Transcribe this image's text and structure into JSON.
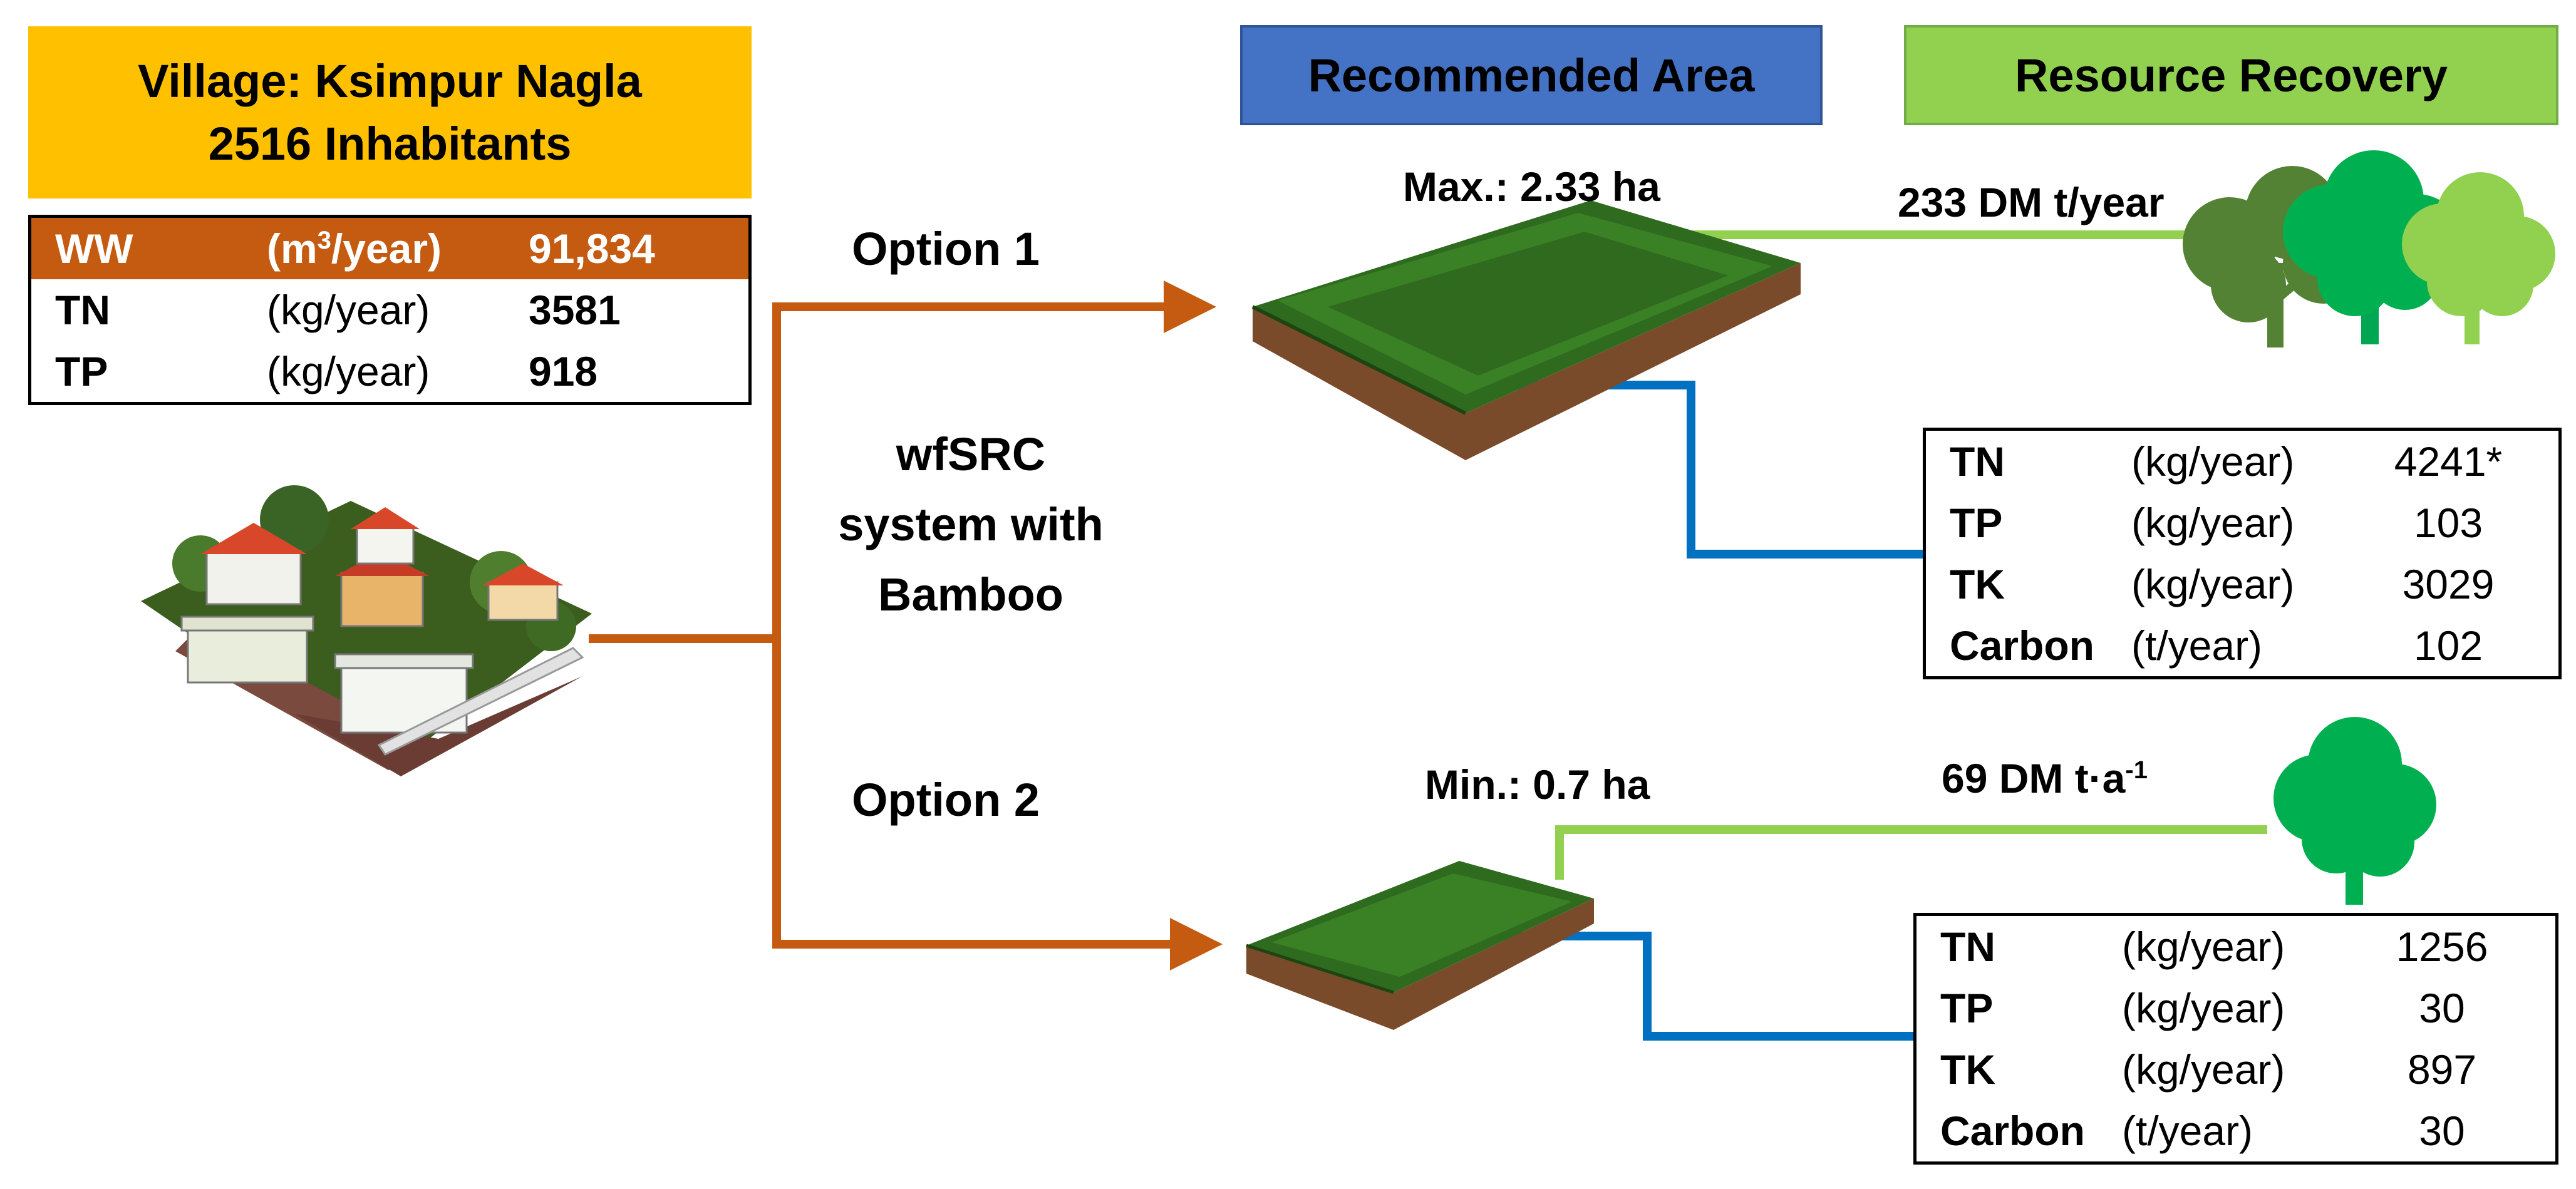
{
  "village": {
    "title_line1": "Village: Ksimpur Nagla",
    "title_line2": "2516 Inhabitants",
    "table": [
      {
        "param": "WW",
        "unit_prefix": "(m",
        "unit_sup": "3",
        "unit_suffix": "/year)",
        "value": "91,834"
      },
      {
        "param": "TN",
        "unit": "(kg/year)",
        "value": "3581"
      },
      {
        "param": "TP",
        "unit": "(kg/year)",
        "value": "918"
      }
    ]
  },
  "headers": {
    "recommended_area": "Recommended Area",
    "resource_recovery": "Resource Recovery"
  },
  "center_label": {
    "line1": "wfSRC",
    "line2": "system with",
    "line3": "Bamboo"
  },
  "option1": {
    "label": "Option 1",
    "area": "Max.: 2.33 ha",
    "biomass": "233 DM t/year",
    "table": [
      {
        "param": "TN",
        "unit": "(kg/year)",
        "value": "4241*"
      },
      {
        "param": "TP",
        "unit": "(kg/year)",
        "value": "103"
      },
      {
        "param": "TK",
        "unit": "(kg/year)",
        "value": "3029"
      },
      {
        "param": "Carbon",
        "unit": "(t/year)",
        "value": "102"
      }
    ]
  },
  "option2": {
    "label": "Option 2",
    "area": "Min.: 0.7 ha",
    "biomass_main": "69 DM t·a",
    "biomass_sup": "-1",
    "table": [
      {
        "param": "TN",
        "unit": "(kg/year)",
        "value": "1256"
      },
      {
        "param": "TP",
        "unit": "(kg/year)",
        "value": "30"
      },
      {
        "param": "TK",
        "unit": "(kg/year)",
        "value": "897"
      },
      {
        "param": "Carbon",
        "unit": "(t/year)",
        "value": "30"
      }
    ]
  },
  "colors": {
    "village_header": "#ffc000",
    "ww_row": "#c55a11",
    "flow_arrow": "#c55a11",
    "area_header": "#4472c4",
    "recovery_header": "#92d050",
    "biomass_line": "#92d050",
    "nutrient_line": "#0070c0"
  },
  "icons": [
    "village-illustration",
    "bamboo-plot-large",
    "bamboo-plot-small",
    "tree-icon"
  ]
}
